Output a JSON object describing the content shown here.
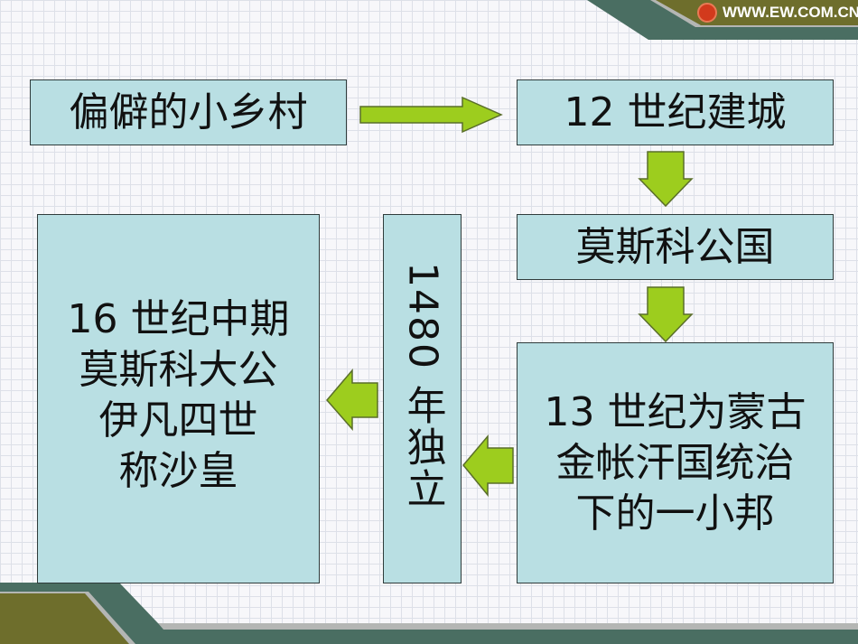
{
  "header": {
    "site": "WWW.EW.COM.CN"
  },
  "diagram": {
    "village": "偏僻的小乡村",
    "city": "12 世纪建城",
    "principality": "莫斯科公国",
    "mongol": [
      "13 世纪为蒙古",
      "金帐汗国统治",
      "下的一小邦"
    ],
    "independence": "1480 年独立",
    "tsar": [
      "16 世纪中期",
      "莫斯科大公",
      "伊凡四世",
      "称沙皇"
    ]
  },
  "colors": {
    "box": "#b9dfe3",
    "arrow": "#9dcd1e",
    "teal": "#4a6e62",
    "olive": "#6e6e2c"
  }
}
